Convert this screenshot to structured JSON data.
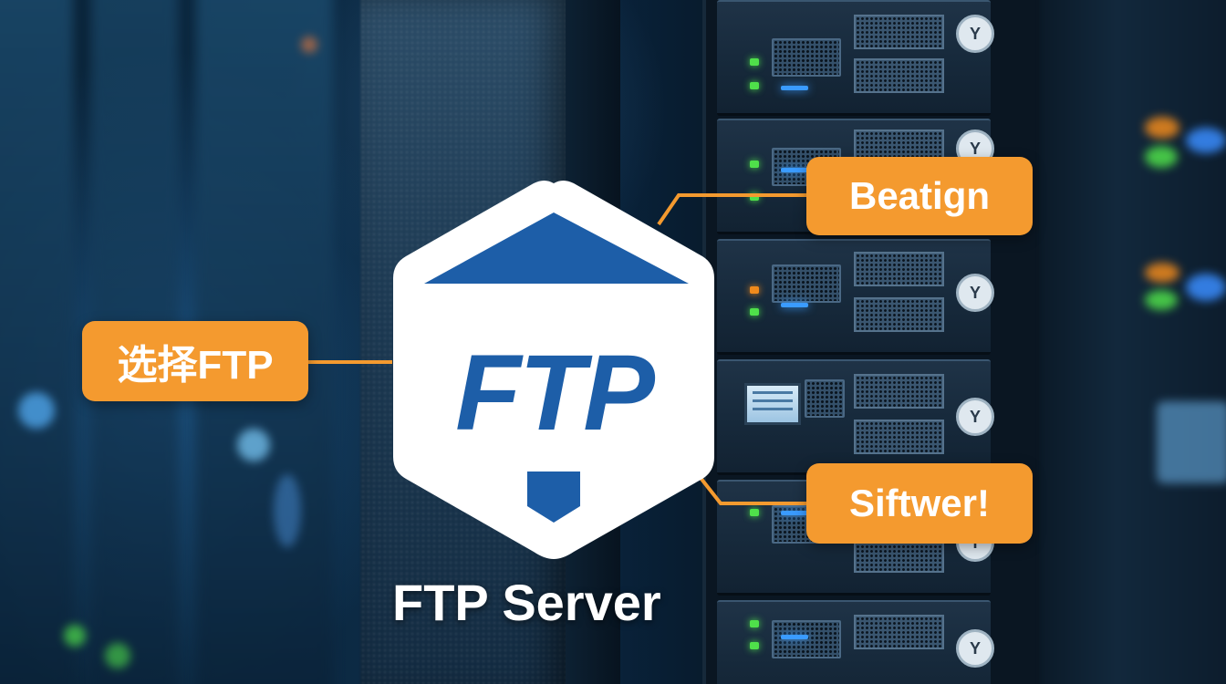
{
  "hex_logo": {
    "text": "FTP"
  },
  "labels": {
    "left": "选择FTP",
    "top_right": "Beatign",
    "bottom_right": "Siftwer!"
  },
  "title": "FTP Server",
  "rack_knob_glyph": "Y",
  "colors": {
    "accent_orange": "#f49a2f",
    "logo_blue": "#1d5ea8",
    "hex_bg": "#ffffff"
  }
}
